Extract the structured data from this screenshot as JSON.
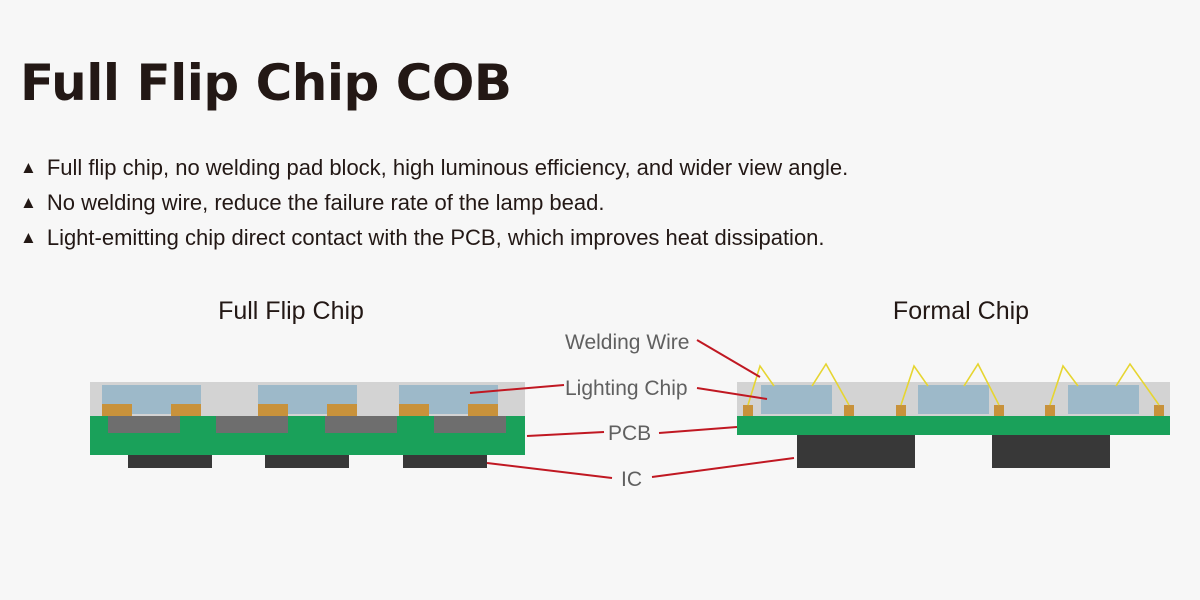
{
  "title": "Full Flip Chip COB",
  "bullets": [
    "Full flip chip, no welding pad block, high luminous efficiency, and wider view angle.",
    "No welding wire, reduce the failure rate of the lamp bead.",
    "Light-emitting chip direct contact with the PCB, which improves heat dissipation."
  ],
  "bullet_icon": "triangle-up-icon",
  "diagram": {
    "left_title": "Full Flip Chip",
    "right_title": "Formal Chip",
    "labels": {
      "welding_wire": "Welding Wire",
      "lighting_chip": "Lighting Chip",
      "pcb": "PCB",
      "ic": "IC"
    }
  },
  "colors": {
    "encapsulant": "#d3d3d3",
    "chip": "#9db9c9",
    "pad": "#c8923b",
    "pcb": "#1aa15a",
    "ic": "#383838",
    "leader_line": "#c01822",
    "wire": "#e6d531",
    "label_text": "#606060"
  }
}
